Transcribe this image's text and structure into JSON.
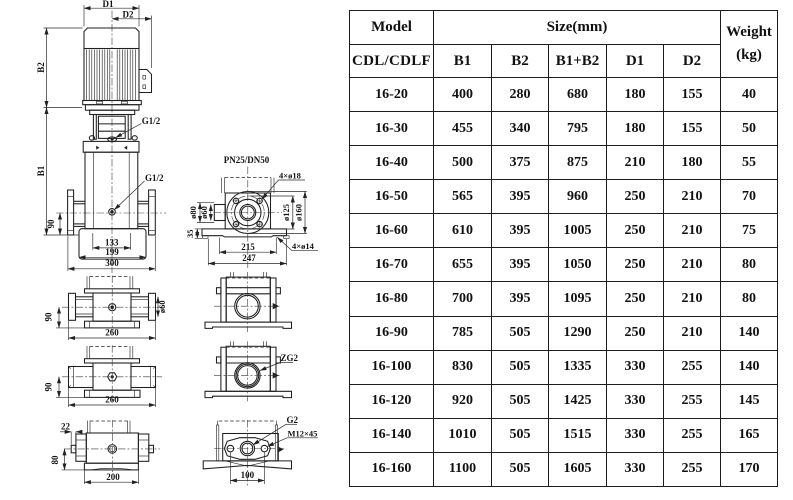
{
  "table": {
    "header": {
      "model_top": "Model",
      "model_bottom": "CDL/CDLF",
      "size": "Size(mm)",
      "weight_line1": "Weight",
      "weight_line2": "(kg)",
      "columns": [
        "B1",
        "B2",
        "B1+B2",
        "D1",
        "D2"
      ]
    },
    "rows": [
      {
        "model": "16-20",
        "b1": "400",
        "b2": "280",
        "b1b2": "680",
        "d1": "180",
        "d2": "155",
        "weight": "40"
      },
      {
        "model": "16-30",
        "b1": "455",
        "b2": "340",
        "b1b2": "795",
        "d1": "180",
        "d2": "155",
        "weight": "50"
      },
      {
        "model": "16-40",
        "b1": "500",
        "b2": "375",
        "b1b2": "875",
        "d1": "210",
        "d2": "180",
        "weight": "55"
      },
      {
        "model": "16-50",
        "b1": "565",
        "b2": "395",
        "b1b2": "960",
        "d1": "250",
        "d2": "210",
        "weight": "70"
      },
      {
        "model": "16-60",
        "b1": "610",
        "b2": "395",
        "b1b2": "1005",
        "d1": "250",
        "d2": "210",
        "weight": "75"
      },
      {
        "model": "16-70",
        "b1": "655",
        "b2": "395",
        "b1b2": "1050",
        "d1": "250",
        "d2": "210",
        "weight": "80"
      },
      {
        "model": "16-80",
        "b1": "700",
        "b2": "395",
        "b1b2": "1095",
        "d1": "250",
        "d2": "210",
        "weight": "80"
      },
      {
        "model": "16-90",
        "b1": "785",
        "b2": "505",
        "b1b2": "1290",
        "d1": "250",
        "d2": "210",
        "weight": "140"
      },
      {
        "model": "16-100",
        "b1": "830",
        "b2": "505",
        "b1b2": "1335",
        "d1": "330",
        "d2": "255",
        "weight": "140"
      },
      {
        "model": "16-120",
        "b1": "920",
        "b2": "505",
        "b1b2": "1425",
        "d1": "330",
        "d2": "255",
        "weight": "145"
      },
      {
        "model": "16-140",
        "b1": "1010",
        "b2": "505",
        "b1b2": "1515",
        "d1": "330",
        "d2": "255",
        "weight": "165"
      },
      {
        "model": "16-160",
        "b1": "1100",
        "b2": "505",
        "b1b2": "1605",
        "d1": "330",
        "d2": "255",
        "weight": "170"
      }
    ]
  },
  "drawing": {
    "labels": {
      "d1": "D1",
      "d2": "D2",
      "b1": "B1",
      "b2": "B2",
      "g12_upper": "G1/2",
      "g12_lower": "G1/2",
      "dim90_main": "90",
      "dim133": "133",
      "dim199": "199",
      "dim300": "300",
      "pn": "PN25/DN50",
      "holes18": "4×ø18",
      "holes14": "4×ø14",
      "dia125": "ø125",
      "dia160": "ø160",
      "dia80": "ø80",
      "dia60_flange": "ø60",
      "dim35": "35",
      "dim215": "215",
      "dim247": "247",
      "row1_dim90": "90",
      "row1_dim260": "260",
      "row1_dia60": "ø60",
      "row2_dim90": "90",
      "row2_dim260": "260",
      "row2_zg2": "ZG2",
      "row3_dim22": "22",
      "row3_dim80": "80",
      "row3_dim200": "200",
      "row3_dim100": "100",
      "row3_g2": "G2",
      "row3_m12": "M12×45"
    }
  }
}
